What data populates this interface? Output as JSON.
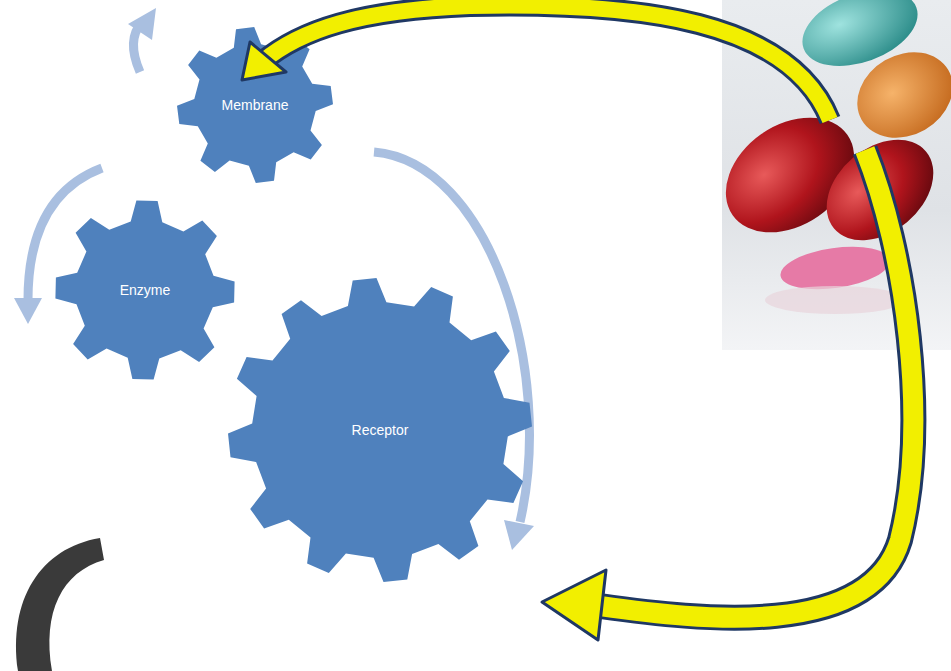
{
  "diagram": {
    "nodes": [
      {
        "text": [
          "Membrane"
        ]
      },
      {
        "text": [
          "Enzyme"
        ]
      },
      {
        "text": [
          "Receptor"
        ]
      }
    ]
  }
}
